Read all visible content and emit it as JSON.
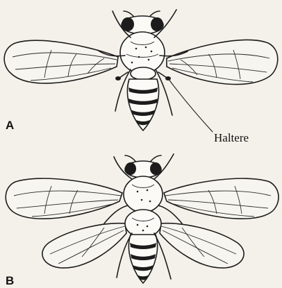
{
  "figure": {
    "panel_a": {
      "label": "A",
      "callout": "Haltere"
    },
    "panel_b": {
      "label": "B"
    }
  }
}
